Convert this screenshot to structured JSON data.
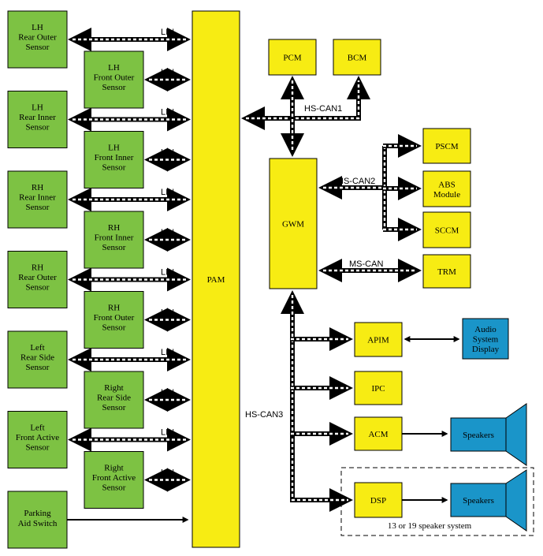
{
  "colors": {
    "sensor": "#7dc243",
    "module": "#f7ec13",
    "output": "#1a95c9",
    "border": "#000000"
  },
  "pam": {
    "label": "PAM"
  },
  "lin_label": "LIN",
  "sensors_left": [
    {
      "id": "lh-rear-outer",
      "lines": [
        "LH",
        "Rear Outer",
        "Sensor"
      ]
    },
    {
      "id": "lh-rear-inner",
      "lines": [
        "LH",
        "Rear Inner",
        "Sensor"
      ]
    },
    {
      "id": "rh-rear-inner",
      "lines": [
        "RH",
        "Rear Inner",
        "Sensor"
      ]
    },
    {
      "id": "rh-rear-outer",
      "lines": [
        "RH",
        "Rear Outer",
        "Sensor"
      ]
    },
    {
      "id": "left-rear-side",
      "lines": [
        "Left",
        "Rear Side",
        "Sensor"
      ]
    },
    {
      "id": "left-front-active",
      "lines": [
        "Left",
        "Front Active",
        "Sensor"
      ]
    }
  ],
  "sensors_right": [
    {
      "id": "lh-front-outer",
      "lines": [
        "LH",
        "Front Outer",
        "Sensor"
      ]
    },
    {
      "id": "lh-front-inner",
      "lines": [
        "LH",
        "Front Inner",
        "Sensor"
      ]
    },
    {
      "id": "rh-front-inner",
      "lines": [
        "RH",
        "Front Inner",
        "Sensor"
      ]
    },
    {
      "id": "rh-front-outer",
      "lines": [
        "RH",
        "Front Outer",
        "Sensor"
      ]
    },
    {
      "id": "right-rear-side",
      "lines": [
        "Right",
        "Rear Side",
        "Sensor"
      ]
    },
    {
      "id": "right-front-active",
      "lines": [
        "Right",
        "Front Active",
        "Sensor"
      ]
    }
  ],
  "parking_switch": {
    "lines": [
      "Parking",
      "Aid Switch"
    ]
  },
  "modules": {
    "pcm": "PCM",
    "bcm": "BCM",
    "gwm": "GWM",
    "pscm": "PSCM",
    "abs": [
      "ABS",
      "Module"
    ],
    "sccm": "SCCM",
    "trm": "TRM",
    "apim": "APIM",
    "ipc": "IPC",
    "acm": "ACM",
    "dsp": "DSP"
  },
  "outputs": {
    "audio_display": [
      "Audio",
      "System",
      "Display"
    ],
    "speakers_1": "Speakers",
    "speakers_2": "Speakers"
  },
  "buses": {
    "hs_can1": "HS-CAN1",
    "hs_can2": "HS-CAN2",
    "ms_can": "MS-CAN",
    "hs_can3": "HS-CAN3"
  },
  "speaker_system_note": "13 or 19 speaker system"
}
